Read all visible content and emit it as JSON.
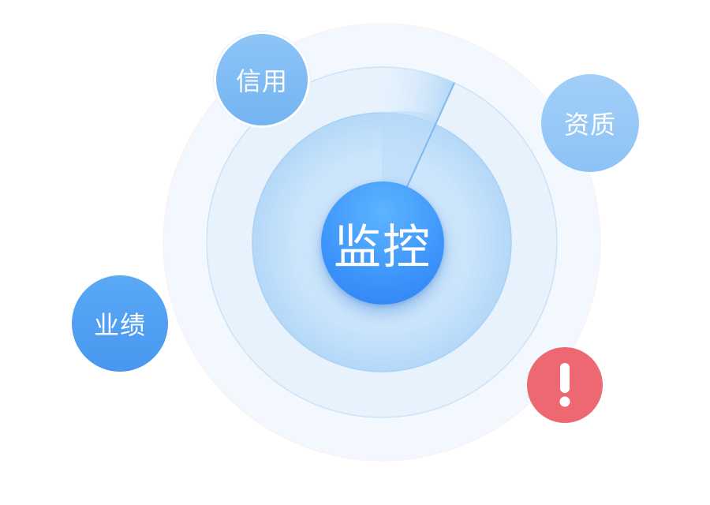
{
  "center": {
    "label": "监控"
  },
  "nodes": {
    "credit": {
      "label": "信用"
    },
    "qualification": {
      "label": "资质"
    },
    "performance": {
      "label": "业绩"
    },
    "alert": {
      "icon": "exclamation-icon"
    }
  },
  "colors": {
    "center": "#3d95fb",
    "credit": "#80bcf5",
    "qualification": "#98c9f7",
    "performance": "#4fa1f4",
    "alert": "#ee6872",
    "ring_outer": "#eef6fe",
    "ring_mid": "#e4f1fd",
    "ring_inner": "#c5e2fb"
  }
}
